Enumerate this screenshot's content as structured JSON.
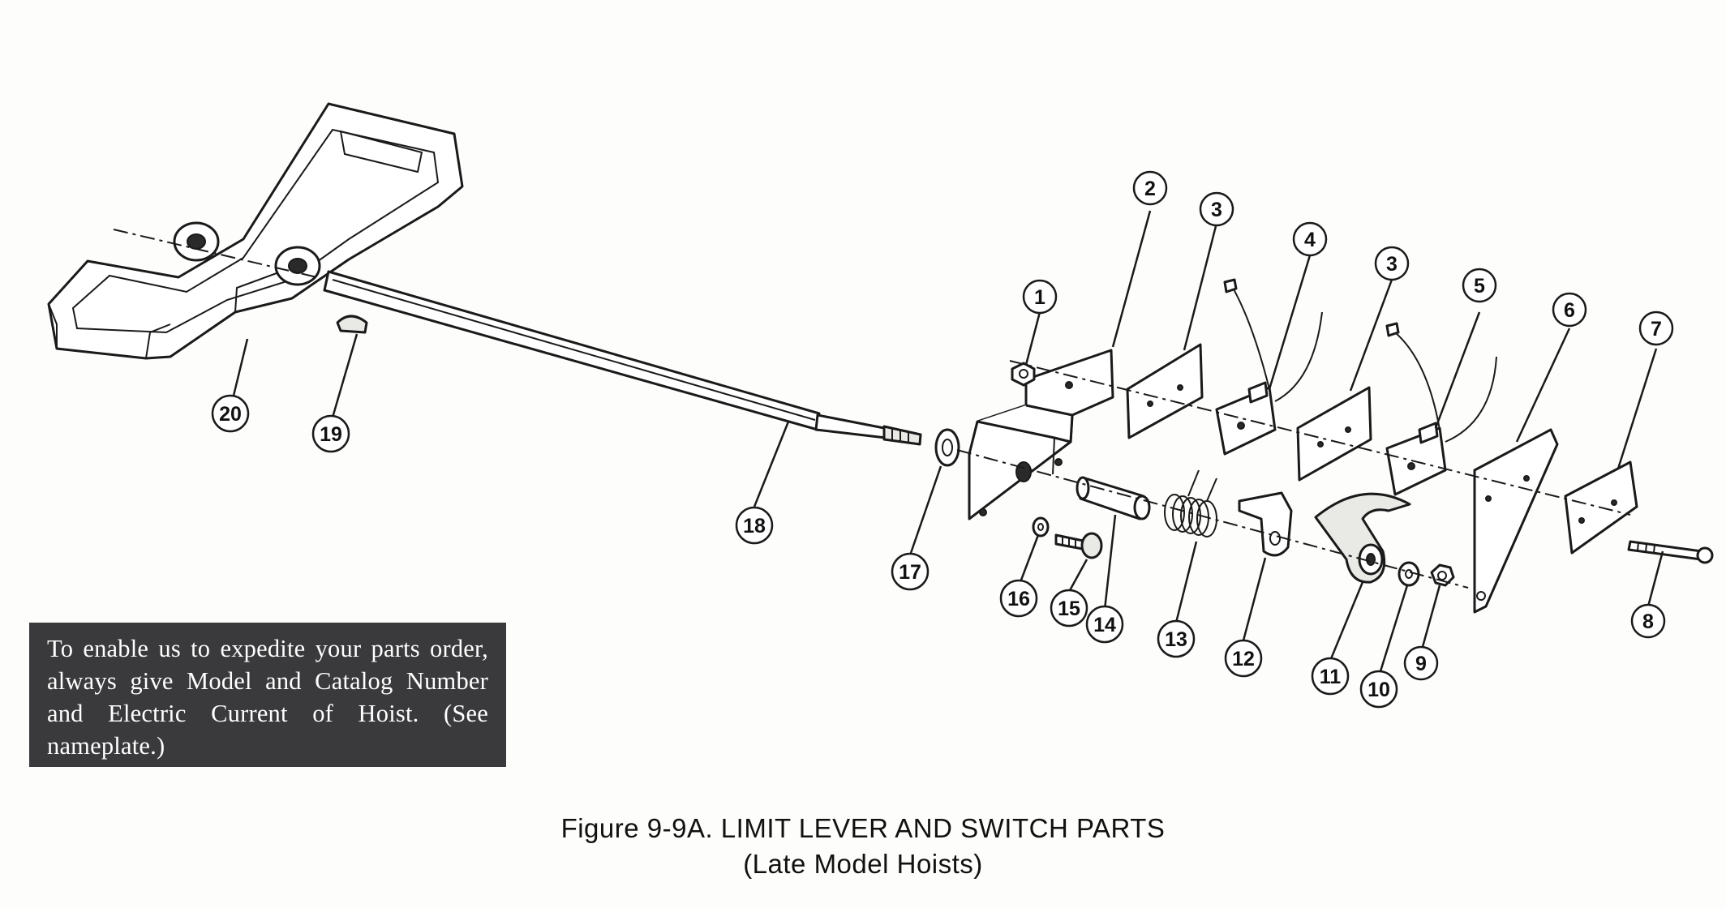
{
  "figure": {
    "title": "Figure 9-9A.  LIMIT LEVER AND SWITCH PARTS",
    "subtitle": "(Late Model Hoists)"
  },
  "notice": {
    "text": "To enable us to expedite your parts order, always give Model and Catalog Number and Electric Current of Hoist. (See nameplate.)"
  },
  "callouts": [
    {
      "id": "callout-1",
      "label": "1"
    },
    {
      "id": "callout-2",
      "label": "2"
    },
    {
      "id": "callout-3a",
      "label": "3"
    },
    {
      "id": "callout-4",
      "label": "4"
    },
    {
      "id": "callout-3b",
      "label": "3"
    },
    {
      "id": "callout-5",
      "label": "5"
    },
    {
      "id": "callout-6",
      "label": "6"
    },
    {
      "id": "callout-7",
      "label": "7"
    },
    {
      "id": "callout-8",
      "label": "8"
    },
    {
      "id": "callout-9",
      "label": "9"
    },
    {
      "id": "callout-10",
      "label": "10"
    },
    {
      "id": "callout-11",
      "label": "11"
    },
    {
      "id": "callout-12",
      "label": "12"
    },
    {
      "id": "callout-13",
      "label": "13"
    },
    {
      "id": "callout-14",
      "label": "14"
    },
    {
      "id": "callout-15",
      "label": "15"
    },
    {
      "id": "callout-16",
      "label": "16"
    },
    {
      "id": "callout-17",
      "label": "17"
    },
    {
      "id": "callout-18",
      "label": "18"
    },
    {
      "id": "callout-19",
      "label": "19"
    },
    {
      "id": "callout-20",
      "label": "20"
    }
  ]
}
